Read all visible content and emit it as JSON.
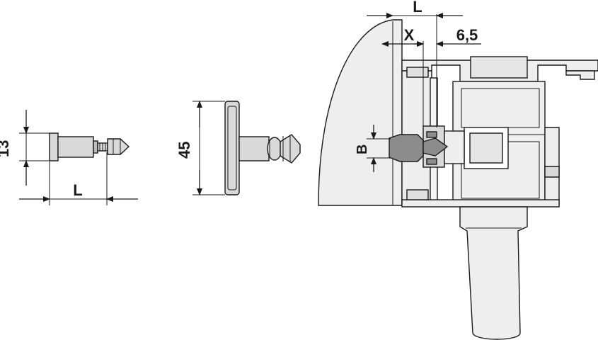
{
  "labels": {
    "side_height": "13",
    "side_length": "L",
    "front_height": "45",
    "section_length": "L",
    "section_x": "X",
    "section_offset": "6,5",
    "section_b": "B"
  },
  "colors": {
    "outline": "#1a1a1a",
    "part_fill": "#d9d9d9",
    "profile_fill": "#eeeeee",
    "insert_fill": "#8c8c8c",
    "background": "#ffffff"
  },
  "icons": {
    "dimension_arrow": "filled-triangle-arrowhead"
  }
}
